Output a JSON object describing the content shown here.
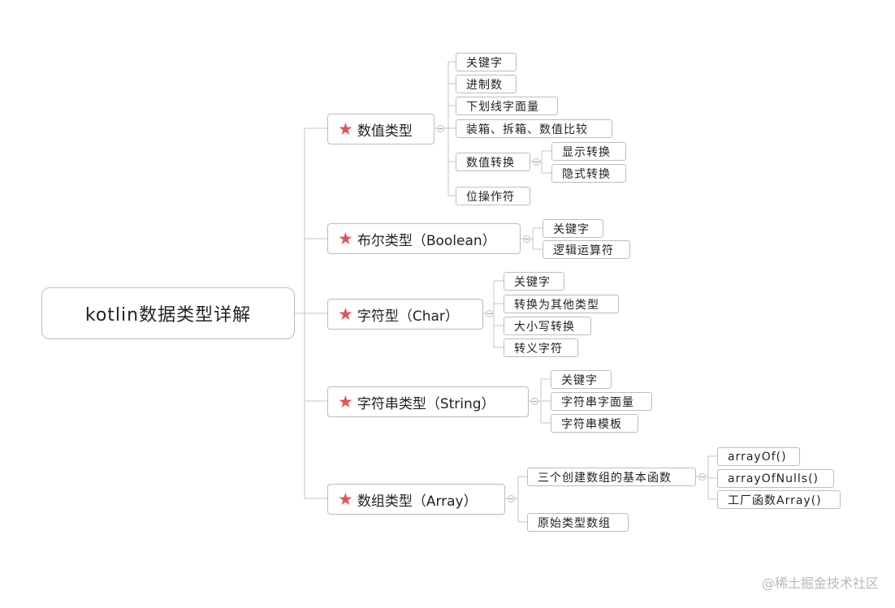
{
  "root": "kotlin数据类型详解",
  "branches": [
    {
      "label": "数值类型",
      "icon": "star-icon",
      "children": [
        {
          "label": "关键字"
        },
        {
          "label": "进制数"
        },
        {
          "label": "下划线字面量"
        },
        {
          "label": "装箱、拆箱、数值比较"
        },
        {
          "label": "数值转换",
          "children": [
            {
              "label": "显示转换"
            },
            {
              "label": "隐式转换"
            }
          ]
        },
        {
          "label": "位操作符"
        }
      ]
    },
    {
      "label": "布尔类型（Boolean）",
      "icon": "star-icon",
      "children": [
        {
          "label": "关键字"
        },
        {
          "label": "逻辑运算符"
        }
      ]
    },
    {
      "label": "字符型（Char）",
      "icon": "star-icon",
      "children": [
        {
          "label": "关键字"
        },
        {
          "label": "转换为其他类型"
        },
        {
          "label": "大小写转换"
        },
        {
          "label": "转义字符"
        }
      ]
    },
    {
      "label": "字符串类型（String）",
      "icon": "star-icon",
      "children": [
        {
          "label": "关键字"
        },
        {
          "label": "字符串字面量"
        },
        {
          "label": "字符串模板"
        }
      ]
    },
    {
      "label": "数组类型（Array）",
      "icon": "star-icon",
      "children": [
        {
          "label": "三个创建数组的基本函数",
          "children": [
            {
              "label": "arrayOf()"
            },
            {
              "label": "arrayOfNulls()"
            },
            {
              "label": "工厂函数Array()"
            }
          ]
        },
        {
          "label": "原始类型数组"
        }
      ]
    }
  ],
  "watermark": "@稀土掘金技术社区",
  "colors": {
    "star": "#e0555a",
    "border": "#bdbdbd",
    "line": "#c4c4c4"
  }
}
